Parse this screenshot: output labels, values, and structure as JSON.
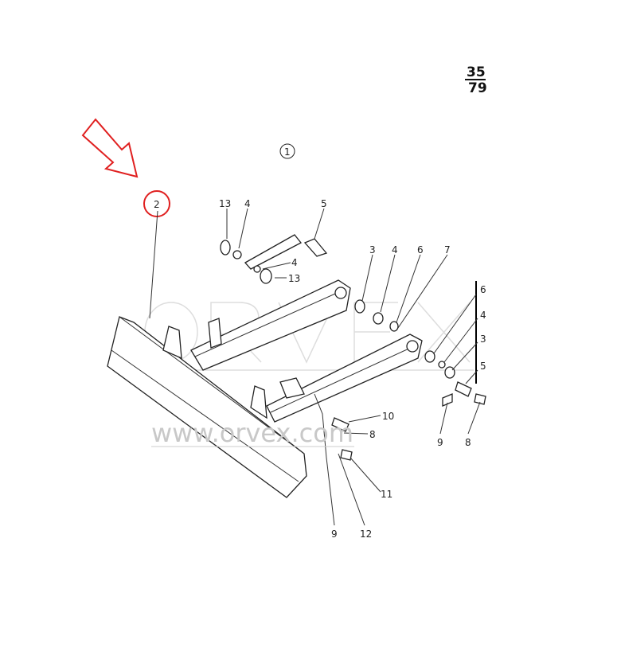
{
  "page_number": {
    "numerator": "35",
    "denominator": "79"
  },
  "group_label": "1",
  "highlighted_part": "2",
  "accent_color": "#e02020",
  "watermark": {
    "logo": "ORVEX",
    "url": "www.orvex.com"
  },
  "callouts": {
    "c13a": "13",
    "c4a": "4",
    "c5a": "5",
    "c4b": "4",
    "c13b": "13",
    "c3a": "3",
    "c4c": "4",
    "c6a": "6",
    "c7": "7",
    "c6b": "6",
    "c4d": "4",
    "c3b": "3",
    "c5b": "5",
    "c9a": "9",
    "c8a": "8",
    "c10": "10",
    "c8b": "8",
    "c11": "11",
    "c9b": "9",
    "c12": "12"
  }
}
